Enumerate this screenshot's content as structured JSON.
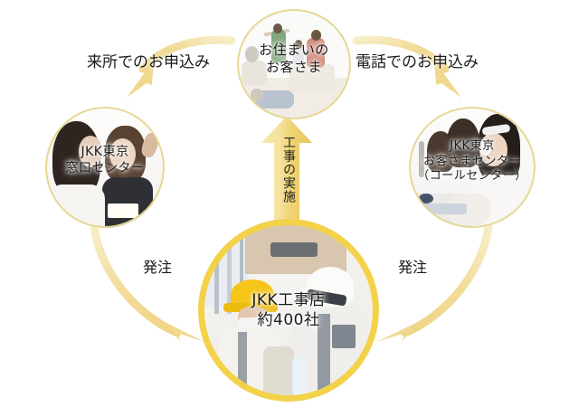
{
  "diagram": {
    "title": "JKK 住まいの修繕 受付・工事フロー図",
    "background_color": "#ffffff",
    "accent_color": "#f3d249",
    "arrow_color": "#f2dc9a",
    "ring_color_thin": "#e6d793",
    "ring_color_thick": "#f3d249"
  },
  "nodes": {
    "customer": {
      "label": "お住まいの\nお客さま",
      "photo_alt": "リビングでくつろぐ家族"
    },
    "counter": {
      "label": "JKK東京\n窓口センター",
      "photo_alt": "窓口で相談する女性スタッフとお客さま"
    },
    "callcenter": {
      "label": "JKK東京\nお客さまセンター\n（コールセンター）",
      "photo_alt": "ヘッドセットを着けた電話オペレーター"
    },
    "contractor": {
      "label": "JKK工事店\n約400社",
      "photo_alt": "ヘルメットと作業ベストを着用した工事作業員"
    }
  },
  "edges": {
    "visit": {
      "label": "来所でのお申込み",
      "from": "customer",
      "to": "counter"
    },
    "phone": {
      "label": "電話でのお申込み",
      "from": "customer",
      "to": "callcenter"
    },
    "order_left": {
      "label": "発注",
      "from": "counter",
      "to": "contractor"
    },
    "order_right": {
      "label": "発注",
      "from": "callcenter",
      "to": "contractor"
    },
    "work": {
      "label": "工事の実施",
      "from": "contractor",
      "to": "customer",
      "orientation": "vertical"
    }
  }
}
